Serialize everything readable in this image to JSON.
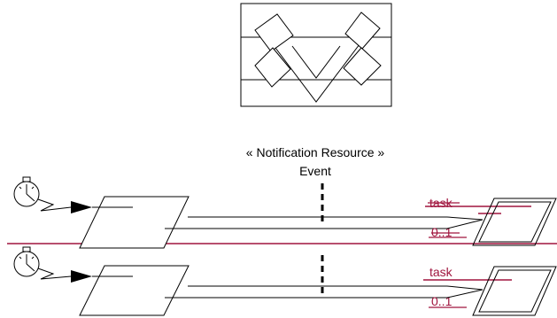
{
  "header_figure": {
    "icon": "notification-resource-icon"
  },
  "notification": {
    "stereotype": "« Notification Resource »",
    "name": "Event"
  },
  "rows": [
    {
      "trigger_icon": "timer-icon",
      "target_label": "task",
      "multiplicity": "0..1",
      "struck_through": true
    },
    {
      "trigger_icon": "timer-icon",
      "target_label": "task",
      "multiplicity": "0..1",
      "struck_through": false
    }
  ],
  "colors": {
    "line": "#000000",
    "accent": "#a0153e",
    "background": "#ffffff"
  }
}
